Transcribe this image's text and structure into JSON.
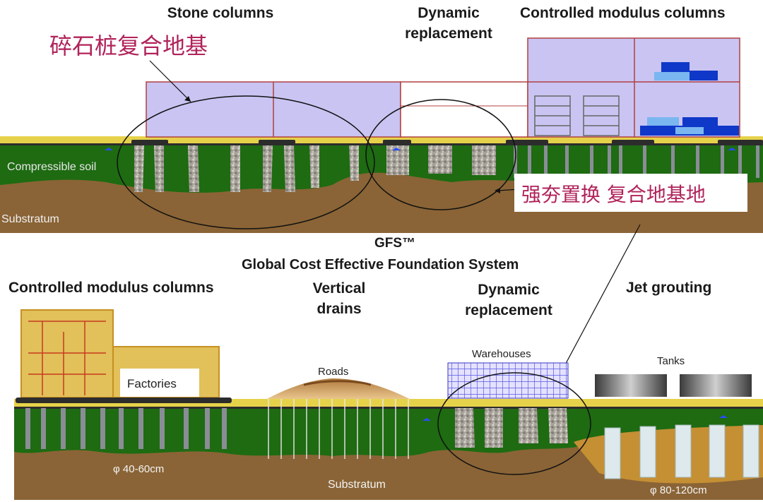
{
  "top_panel": {
    "headers": {
      "stone_columns": "Stone columns",
      "dynamic_replacement": "Dynamic\nreplacement",
      "controlled_modulus": "Controlled modulus columns"
    },
    "annotation_stone": "碎石桩复合地基",
    "annotation_dynamic": "强夯置换 复合地基地",
    "compressible_soil": "Compressible soil",
    "substratum": "Substratum"
  },
  "gfs": {
    "title": "GFS™",
    "subtitle": "Global Cost Effective Foundation System"
  },
  "bottom_panel": {
    "headers": {
      "controlled_modulus": "Controlled modulus columns",
      "vertical_drains": "Vertical\ndrains",
      "dynamic_replacement": "Dynamic\nreplacement",
      "jet_grouting": "Jet grouting"
    },
    "factories": "Factories",
    "roads": "Roads",
    "warehouses": "Warehouses",
    "tanks": "Tanks",
    "diameter_left": "φ 40-60cm",
    "diameter_right": "φ 80-120cm",
    "substratum": "Substratum"
  },
  "colors": {
    "soil_green": "#1e6b12",
    "substratum_brown": "#8a6436",
    "gravel_yellow": "#e6d24a",
    "building_lavender": "#c9c4f2",
    "annotation_pink": "#b0235a"
  }
}
